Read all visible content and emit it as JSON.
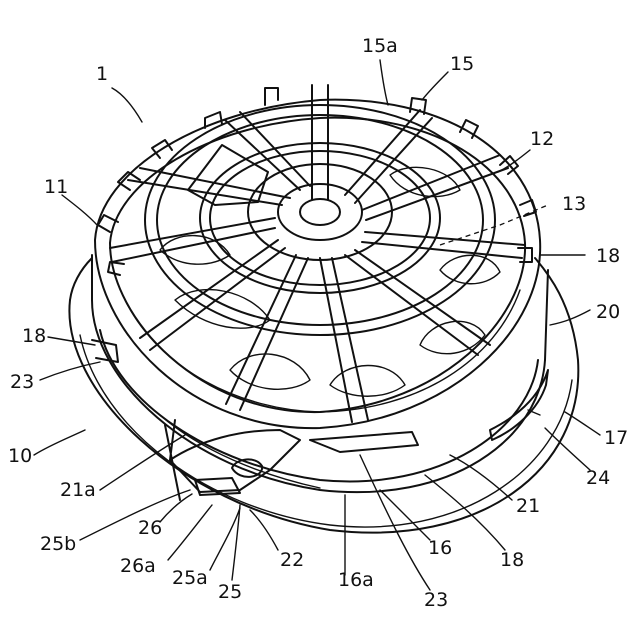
{
  "figure": {
    "labels": [
      {
        "id": "ref-1",
        "text": "1"
      },
      {
        "id": "ref-15a",
        "text": "15a"
      },
      {
        "id": "ref-15",
        "text": "15"
      },
      {
        "id": "ref-12",
        "text": "12"
      },
      {
        "id": "ref-13",
        "text": "13"
      },
      {
        "id": "ref-11",
        "text": "11"
      },
      {
        "id": "ref-18-right",
        "text": "18"
      },
      {
        "id": "ref-20",
        "text": "20"
      },
      {
        "id": "ref-18-left",
        "text": "18"
      },
      {
        "id": "ref-23-left",
        "text": "23"
      },
      {
        "id": "ref-10",
        "text": "10"
      },
      {
        "id": "ref-17",
        "text": "17"
      },
      {
        "id": "ref-24",
        "text": "24"
      },
      {
        "id": "ref-21a",
        "text": "21a"
      },
      {
        "id": "ref-21",
        "text": "21"
      },
      {
        "id": "ref-25b",
        "text": "25b"
      },
      {
        "id": "ref-26",
        "text": "26"
      },
      {
        "id": "ref-16",
        "text": "16"
      },
      {
        "id": "ref-18-bottom",
        "text": "18"
      },
      {
        "id": "ref-26a",
        "text": "26a"
      },
      {
        "id": "ref-25a",
        "text": "25a"
      },
      {
        "id": "ref-22",
        "text": "22"
      },
      {
        "id": "ref-16a",
        "text": "16a"
      },
      {
        "id": "ref-25",
        "text": "25"
      },
      {
        "id": "ref-23-bottom",
        "text": "23"
      }
    ]
  }
}
